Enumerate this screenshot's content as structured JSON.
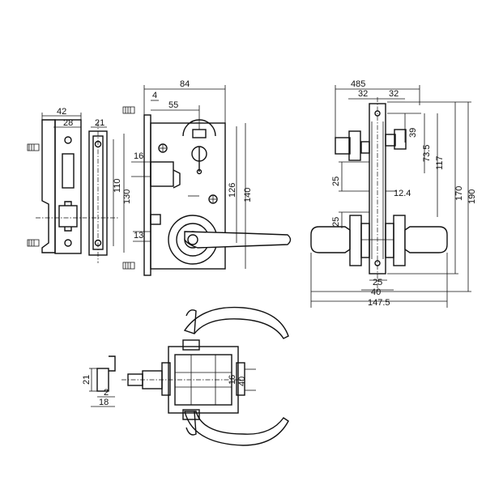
{
  "dimensions": {
    "strike_width": "42",
    "strike_inner": "28",
    "faceplate_width": "21",
    "strike_height_inner": "110",
    "strike_height_outer": "130",
    "body_width": "84",
    "face_thickness": "4",
    "backset": "55",
    "latch_offset": "16",
    "body_height_inner": "126",
    "body_height_outer": "140",
    "spindle_offset": "13",
    "rosette_total": "485",
    "half_left": "32",
    "half_right": "32",
    "top_39": "39",
    "top_73_5": "73.5",
    "top_117": "117",
    "height_170": "170",
    "height_190": "190",
    "door_25_upper": "25",
    "spindle_12_4": "12.4",
    "door_25_lower": "25",
    "bottom_25": "25",
    "bottom_40": "40",
    "overall_147_5": "147.5",
    "side_21": "21",
    "side_2": "2",
    "side_18": "18",
    "detail_16": "16",
    "detail_40": "40"
  }
}
